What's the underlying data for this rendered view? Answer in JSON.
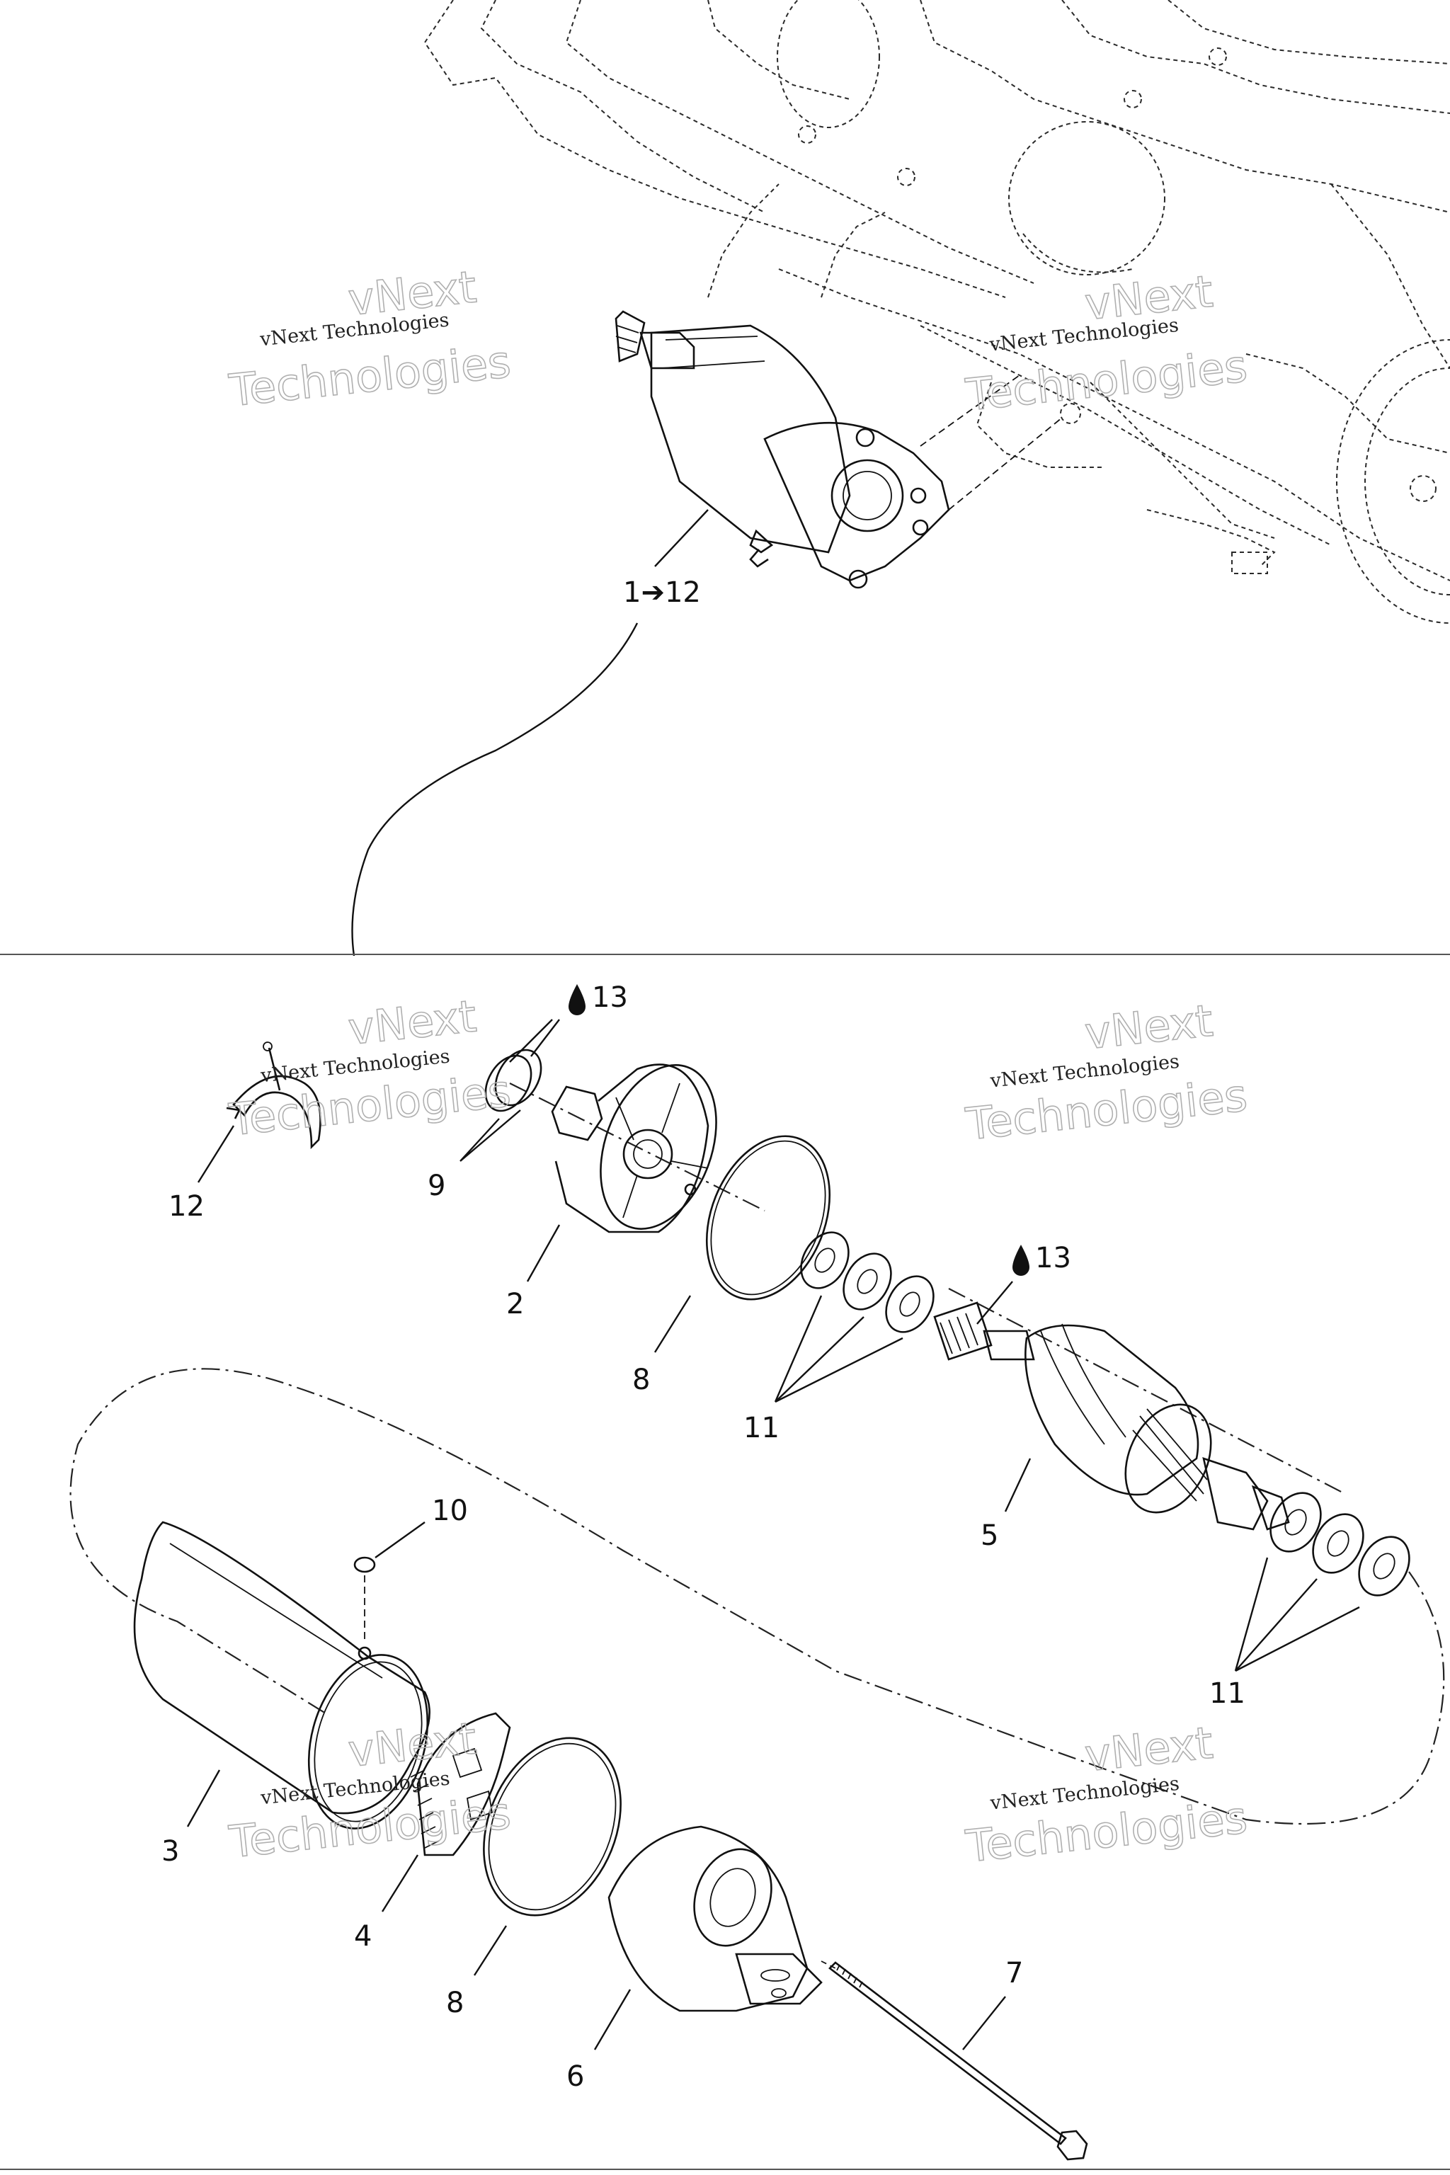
{
  "watermark": {
    "line1": "vNext Technologies",
    "line2_a": "vNext",
    "line2_b": "Technologies"
  },
  "callouts": {
    "assembly": "1➔12",
    "seal_top": "13",
    "seal_armature": "13",
    "item_2": "2",
    "item_3": "3",
    "item_4": "4",
    "item_5": "5",
    "item_6": "6",
    "item_7": "7",
    "item_8a": "8",
    "item_8b": "8",
    "item_9": "9",
    "item_10": "10",
    "item_11a": "11",
    "item_11b": "11",
    "item_12": "12"
  },
  "icons": {
    "lubricant": "oil-drop-icon"
  }
}
